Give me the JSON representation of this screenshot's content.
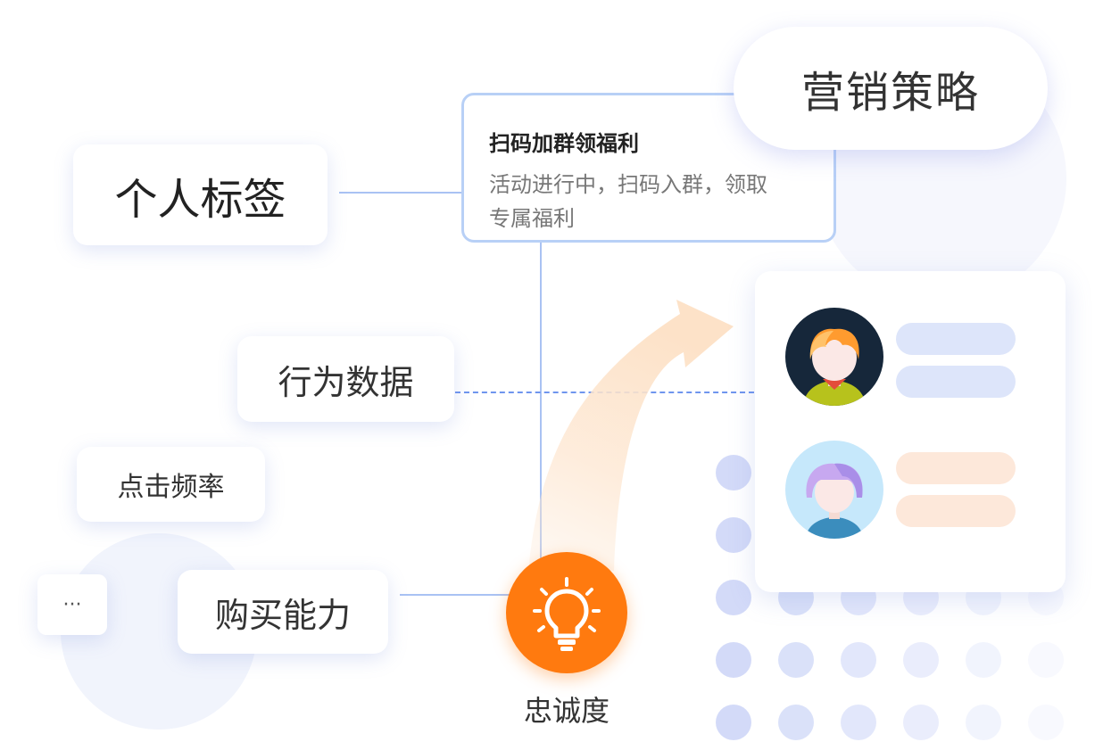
{
  "title": "营销策略",
  "notice": {
    "heading": "扫码加群领福利",
    "line1": "活动进行中，扫码入群，领取",
    "line2": "专属福利"
  },
  "tags": {
    "personal": "个人标签",
    "behavior": "行为数据",
    "click": "点击频率",
    "buying": "购买能力",
    "more": "···"
  },
  "center_label": "忠诚度",
  "colors": {
    "accent_orange": "#ff7a0f",
    "line_blue": "#a9c2f3",
    "dashed_blue": "#6f95ee",
    "bar_blue": "#dde5fa",
    "bar_peach": "#fde8da"
  },
  "icons": {
    "bulb": "lightbulb-icon",
    "avatar1": "avatar-orange-hair",
    "avatar2": "avatar-purple-hair"
  }
}
